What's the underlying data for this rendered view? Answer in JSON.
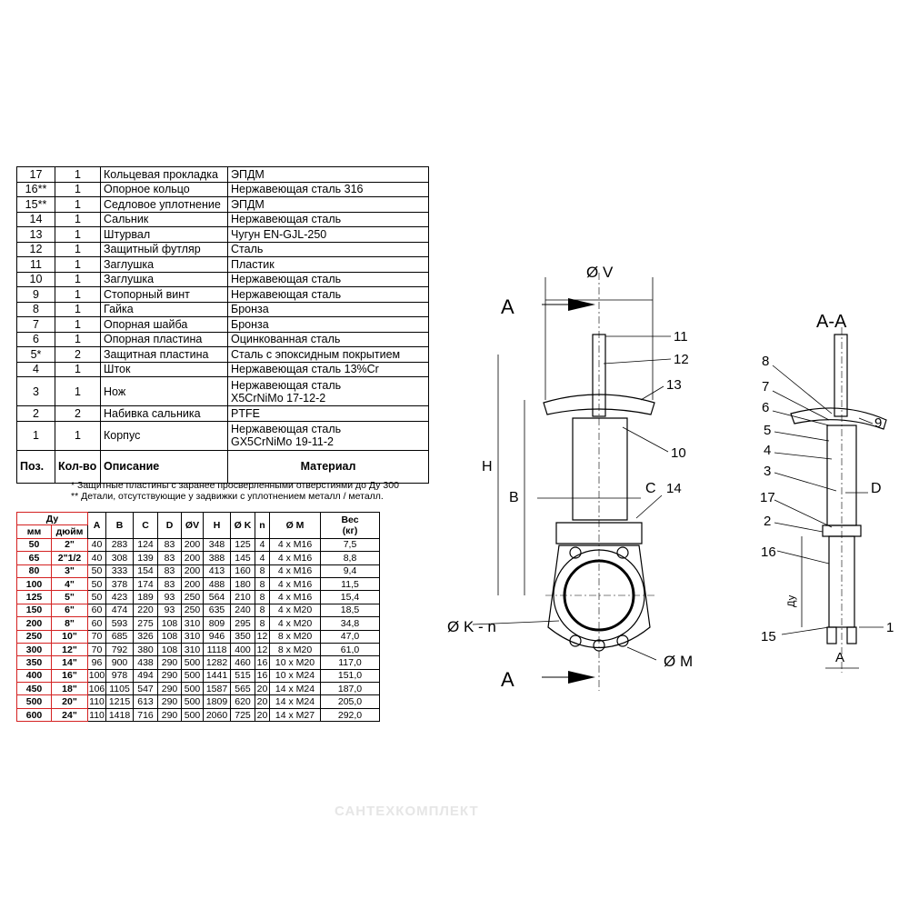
{
  "parts": [
    {
      "pos": "17",
      "qty": "1",
      "desc": "Кольцевая прокладка",
      "material": "ЭПДМ"
    },
    {
      "pos": "16**",
      "qty": "1",
      "desc": "Опорное кольцо",
      "material": "Нержавеющая сталь 316"
    },
    {
      "pos": "15**",
      "qty": "1",
      "desc": "Седловое уплотнение",
      "material": "ЭПДМ"
    },
    {
      "pos": "14",
      "qty": "1",
      "desc": "Сальник",
      "material": "Нержавеющая сталь"
    },
    {
      "pos": "13",
      "qty": "1",
      "desc": "Штурвал",
      "material": "Чугун EN-GJL-250"
    },
    {
      "pos": "12",
      "qty": "1",
      "desc": "Защитный футляр",
      "material": "Сталь"
    },
    {
      "pos": "11",
      "qty": "1",
      "desc": "Заглушка",
      "material": "Пластик"
    },
    {
      "pos": "10",
      "qty": "1",
      "desc": "Заглушка",
      "material": "Нержавеющая сталь"
    },
    {
      "pos": "9",
      "qty": "1",
      "desc": "Стопорный винт",
      "material": "Нержавеющая сталь"
    },
    {
      "pos": "8",
      "qty": "1",
      "desc": "Гайка",
      "material": "Бронза"
    },
    {
      "pos": "7",
      "qty": "1",
      "desc": "Опорная шайба",
      "material": "Бронза"
    },
    {
      "pos": "6",
      "qty": "1",
      "desc": "Опорная пластина",
      "material": "Оцинкованная сталь"
    },
    {
      "pos": "5*",
      "qty": "2",
      "desc": "Защитная пластина",
      "material": "Сталь с эпоксидным покрытием"
    },
    {
      "pos": "4",
      "qty": "1",
      "desc": "Шток",
      "material": "Нержавеющая сталь 13%Cr"
    },
    {
      "pos": "3",
      "qty": "1",
      "desc": "Нож",
      "material": "Нержавеющая сталь",
      "material2": "X5CrNiMo 17-12-2"
    },
    {
      "pos": "2",
      "qty": "2",
      "desc": "Набивка сальника",
      "material": "PTFE"
    },
    {
      "pos": "1",
      "qty": "1",
      "desc": "Корпус",
      "material": "Нержавеющая сталь",
      "material2": "GX5CrNiMo 19-11-2"
    }
  ],
  "parts_header": {
    "pos": "Поз.",
    "qty": "Кол-во",
    "desc": "Описание",
    "material": "Материал"
  },
  "notes": [
    "* Защитные пластины с заранее просверленными отверстиями до Ду 300",
    "** Детали, отсутствующие у задвижки с уплотнением металл / металл."
  ],
  "dims_header": {
    "du": "Ду",
    "mm": "мм",
    "inch": "дюйм",
    "cols": [
      "A",
      "B",
      "C",
      "D",
      "ØV",
      "H",
      "Ø K",
      "n",
      "Ø M"
    ],
    "weight": [
      "Вес",
      "(кг)"
    ]
  },
  "dims_rows": [
    [
      "50",
      "2\"",
      "40",
      "283",
      "124",
      "83",
      "200",
      "348",
      "125",
      "4",
      "4 x M16",
      "7,5"
    ],
    [
      "65",
      "2\"1/2",
      "40",
      "308",
      "139",
      "83",
      "200",
      "388",
      "145",
      "4",
      "4 x M16",
      "8,8"
    ],
    [
      "80",
      "3\"",
      "50",
      "333",
      "154",
      "83",
      "200",
      "413",
      "160",
      "8",
      "4 x M16",
      "9,4"
    ],
    [
      "100",
      "4\"",
      "50",
      "378",
      "174",
      "83",
      "200",
      "488",
      "180",
      "8",
      "4 x M16",
      "11,5"
    ],
    [
      "125",
      "5\"",
      "50",
      "423",
      "189",
      "93",
      "250",
      "564",
      "210",
      "8",
      "4 x M16",
      "15,4"
    ],
    [
      "150",
      "6\"",
      "60",
      "474",
      "220",
      "93",
      "250",
      "635",
      "240",
      "8",
      "4 x M20",
      "18,5"
    ],
    [
      "200",
      "8\"",
      "60",
      "593",
      "275",
      "108",
      "310",
      "809",
      "295",
      "8",
      "4 x M20",
      "34,8"
    ],
    [
      "250",
      "10\"",
      "70",
      "685",
      "326",
      "108",
      "310",
      "946",
      "350",
      "12",
      "8 x M20",
      "47,0"
    ],
    [
      "300",
      "12\"",
      "70",
      "792",
      "380",
      "108",
      "310",
      "1118",
      "400",
      "12",
      "8 x M20",
      "61,0"
    ],
    [
      "350",
      "14\"",
      "96",
      "900",
      "438",
      "290",
      "500",
      "1282",
      "460",
      "16",
      "10 x M20",
      "117,0"
    ],
    [
      "400",
      "16\"",
      "100",
      "978",
      "494",
      "290",
      "500",
      "1441",
      "515",
      "16",
      "10 x M24",
      "151,0"
    ],
    [
      "450",
      "18\"",
      "106",
      "1105",
      "547",
      "290",
      "500",
      "1587",
      "565",
      "20",
      "14 x M24",
      "187,0"
    ],
    [
      "500",
      "20\"",
      "110",
      "1215",
      "613",
      "290",
      "500",
      "1809",
      "620",
      "20",
      "14 x M24",
      "205,0"
    ],
    [
      "600",
      "24\"",
      "110",
      "1418",
      "716",
      "290",
      "500",
      "2060",
      "725",
      "20",
      "14 x M27",
      "292,0"
    ]
  ],
  "drawing": {
    "front": {
      "section_a_top": "A",
      "section_a_bottom": "A",
      "dia_v": "Ø V",
      "dim_h": "H",
      "dim_b": "B",
      "dim_c": "C",
      "dia_k": "Ø K - n",
      "dia_m": "Ø M",
      "callouts": [
        "11",
        "12",
        "13",
        "10",
        "14"
      ]
    },
    "section": {
      "title": "A-A",
      "dim_d": "D",
      "dim_du": "Ду",
      "dim_a": "A",
      "callouts": [
        "8",
        "7",
        "6",
        "9",
        "5",
        "4",
        "3",
        "17",
        "2",
        "16",
        "15",
        "1"
      ]
    }
  },
  "watermark": "САНТЕХКОМПЛЕКТ"
}
